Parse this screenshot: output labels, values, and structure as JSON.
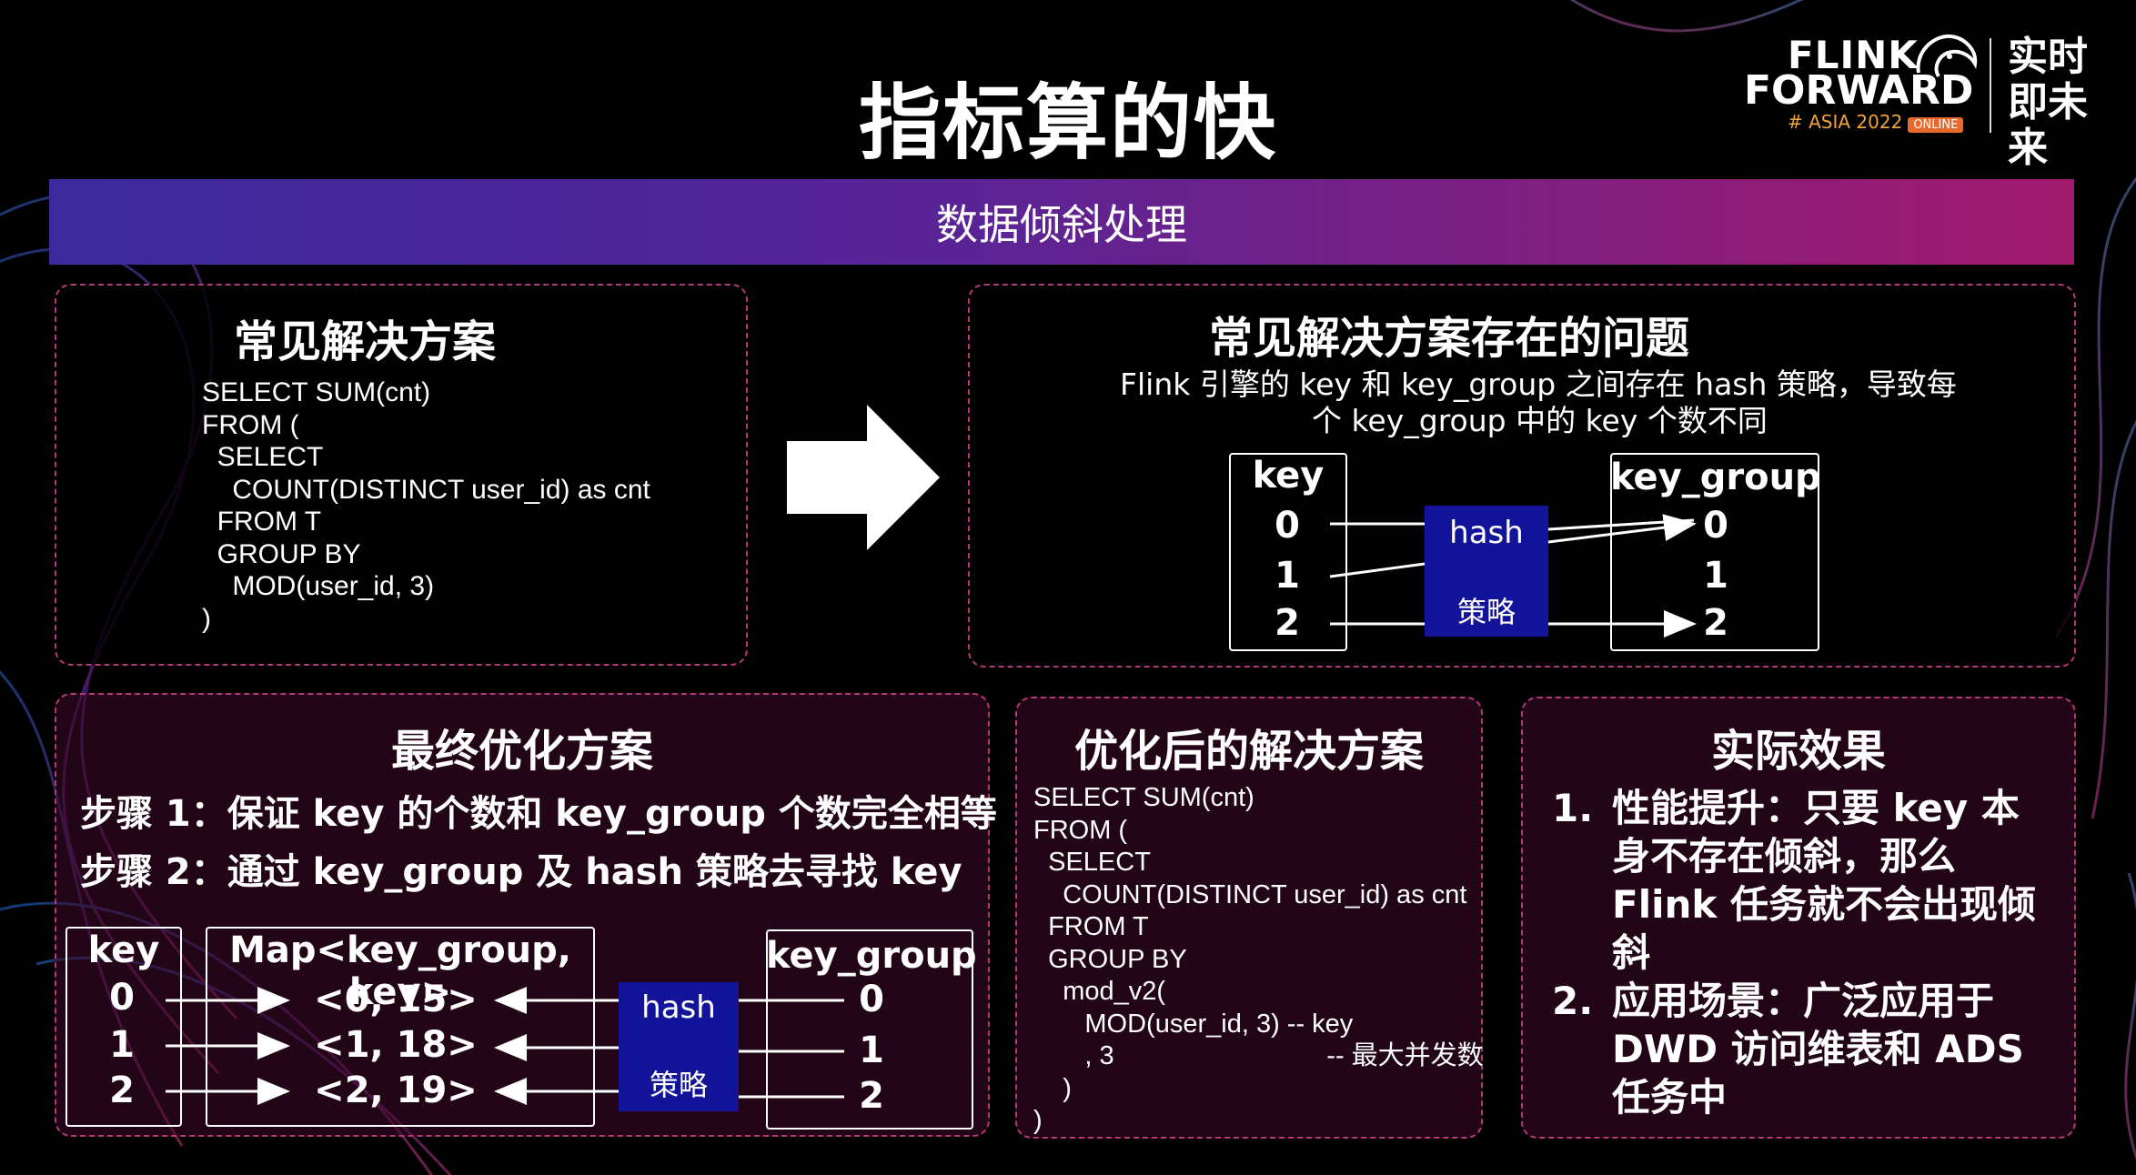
{
  "title": "指标算的快",
  "logo": {
    "line1": "FLINK",
    "line2": "FORWARD",
    "line3": "# ASIA 2022",
    "online": "ONLINE",
    "cn": "实时即未来"
  },
  "banner": "数据倾斜处理",
  "panel_common": {
    "title": "常见解决方案",
    "code": [
      "SELECT SUM(cnt)",
      "FROM (",
      "  SELECT",
      "    COUNT(DISTINCT user_id) as cnt",
      "  FROM T",
      "  GROUP BY",
      "    MOD(user_id, 3)",
      ")"
    ]
  },
  "panel_problem": {
    "title": "常见解决方案存在的问题",
    "desc1": "Flink 引擎的 key 和 key_group 之间存在 hash 策略，导致每",
    "desc2": "个 key_group 中的 key 个数不同",
    "key_header": "key",
    "keys": [
      "0",
      "1",
      "2"
    ],
    "hash": "hash",
    "strategy": "策略",
    "group_header": "key_group",
    "groups": [
      "0",
      "1",
      "2"
    ]
  },
  "panel_final": {
    "title": "最终优化方案",
    "step1": "步骤 1：保证 key 的个数和 key_group  个数完全相等",
    "step2": "步骤 2：通过 key_group 及 hash 策略去寻找 key",
    "key_header": "key",
    "keys": [
      "0",
      "1",
      "2"
    ],
    "map_header": "Map<key_group, key>",
    "maps": [
      "<0, 15>",
      "<1, 18>",
      "<2, 19>"
    ],
    "hash": "hash",
    "strategy": "策略",
    "group_header": "key_group",
    "groups": [
      "0",
      "1",
      "2"
    ]
  },
  "panel_optimized": {
    "title": "优化后的解决方案",
    "code": [
      "SELECT SUM(cnt)",
      "FROM (",
      "  SELECT",
      "    COUNT(DISTINCT user_id) as cnt",
      "  FROM T",
      "  GROUP BY",
      "    mod_v2(",
      "       MOD(user_id, 3) -- key",
      "       , 3                             -- 最大并发数",
      "    )",
      ")"
    ]
  },
  "panel_effect": {
    "title": "实际效果",
    "item1_num": "1.",
    "item1": [
      "性能提升：只要 key 本",
      "身不存在倾斜，那么",
      "Flink 任务就不会出现倾",
      "斜"
    ],
    "item2_num": "2.",
    "item2": [
      "应用场景：广泛应用于",
      "DWD 访问维表和 ADS",
      "任务中"
    ]
  }
}
